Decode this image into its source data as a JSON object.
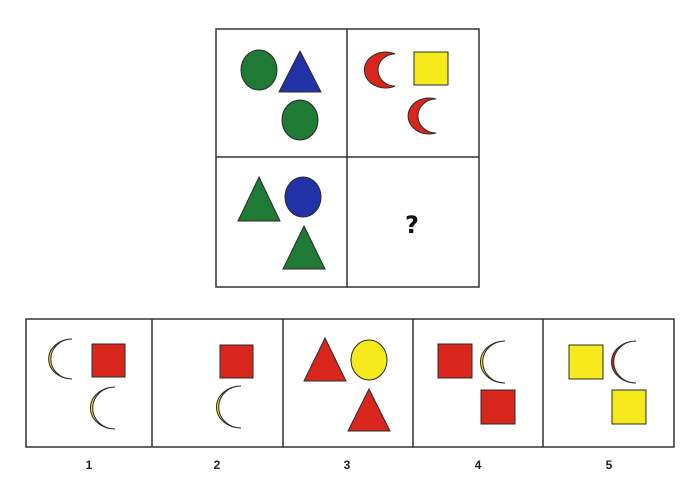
{
  "colors": {
    "green": "#1e7a34",
    "blue": "#2132a6",
    "red": "#d9261c",
    "yellow": "#f6ea1c",
    "outline": "#2b2b2b",
    "frame": "#333333"
  },
  "puzzle": {
    "cells": [
      {
        "shapes": [
          "circle-green",
          "triangle-blue",
          "circle-green"
        ]
      },
      {
        "shapes": [
          "crescent-red",
          "square-yellow",
          "crescent-red"
        ]
      },
      {
        "shapes": [
          "triangle-green",
          "circle-blue",
          "triangle-green"
        ]
      },
      {
        "missing_marker": "?"
      }
    ]
  },
  "options": [
    {
      "label": "1",
      "shapes": [
        "crescent-yellow",
        "square-red",
        "crescent-yellow"
      ]
    },
    {
      "label": "2",
      "shapes": [
        "square-red",
        "crescent-yellow"
      ]
    },
    {
      "label": "3",
      "shapes": [
        "triangle-red",
        "circle-yellow",
        "triangle-red"
      ]
    },
    {
      "label": "4",
      "shapes": [
        "square-red",
        "crescent-yellow",
        "square-red"
      ]
    },
    {
      "label": "5",
      "shapes": [
        "square-yellow",
        "crescent-red",
        "square-yellow"
      ]
    }
  ]
}
